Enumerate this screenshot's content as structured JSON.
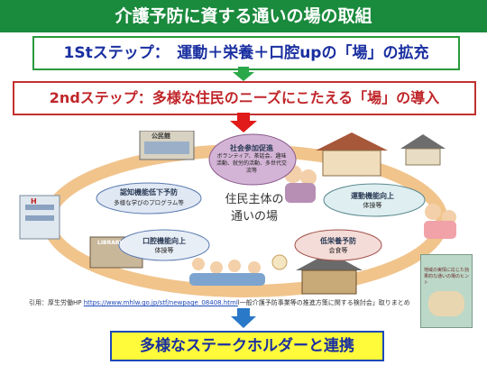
{
  "title": "介護予防に資する通いの場の取組",
  "step1": "1Stステップ：　運動＋栄養＋口腔upの「場」の拡充",
  "step2": "2ndステップ：多様な住民のニーズにこたえる「場」の導入",
  "center": {
    "line1": "住民主体の",
    "line2": "通いの場"
  },
  "nodes": {
    "social": {
      "label": "社会参加促進",
      "sub": "ボランティア、茶話会、趣味活動、就労的活動、多世代交流等"
    },
    "cognitive": {
      "label": "認知機能低下予防",
      "sub": "多様な学びのプログラム等"
    },
    "motor": {
      "label": "運動機能向上",
      "sub": "体操等"
    },
    "oral": {
      "label": "口腔機能向上",
      "sub": "体操等"
    },
    "nutrition": {
      "label": "低栄養予防",
      "sub": "会食等"
    }
  },
  "buildings": {
    "hall": "公民館",
    "library": "LIBRARY",
    "hp": "H"
  },
  "citation": {
    "prefix": "引用：厚生労働HP",
    "url": "https://www.mhlw.go.jp/stf/newpage_08408.html",
    "suffix": "l一般介護予防事業等の推進方策に関する検討会」取りまとめ"
  },
  "booklet": {
    "title": "地域の実情に応じた効果的な通いの場のヒント"
  },
  "final": "多様なステークホルダーと連携",
  "colors": {
    "green": "#1a8a3c",
    "red": "#c0262a",
    "blue": "#1d49b8",
    "yellow": "#fffb3a",
    "orange": "#f0b060"
  }
}
